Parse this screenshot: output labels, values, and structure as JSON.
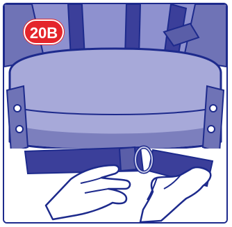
{
  "step_label": "20B",
  "colors": {
    "outline": "#1d2a8c",
    "seat_fabric": "#a7a9d9",
    "seat_shadow": "#7c7fbd",
    "dark_strap": "#3b3f9a",
    "badge": "#e4252b",
    "hand_fill": "#ffffff"
  },
  "illustration": {
    "subject": "car-seat-harness-adjustment",
    "elements": [
      "seat-cushion",
      "shoulder-straps",
      "lap-belt",
      "metal-d-ring",
      "left-hand",
      "right-hand",
      "side-adjusters"
    ]
  }
}
